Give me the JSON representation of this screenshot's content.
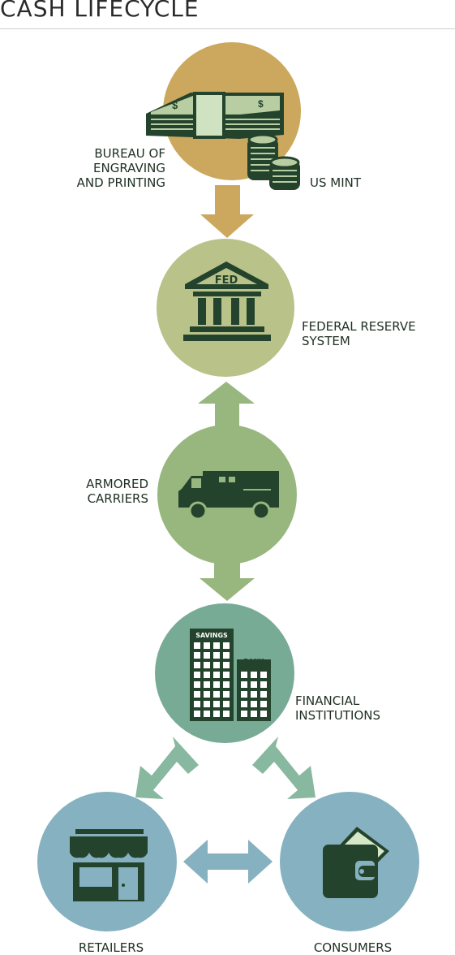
{
  "title": "CASH LIFECYCLE",
  "nodes": {
    "bureau": [
      "BUREAU OF",
      "ENGRAVING",
      "AND PRINTING"
    ],
    "mint": [
      "US MINT"
    ],
    "fed": [
      "FEDERAL RESERVE",
      "SYSTEM"
    ],
    "armored": [
      "ARMORED",
      "CARRIERS"
    ],
    "financial": [
      "FINANCIAL",
      "INSTITUTIONS"
    ],
    "retailers": [
      "RETAILERS"
    ],
    "consumers": [
      "CONSUMERS"
    ]
  },
  "icon_text": {
    "fed": "FED",
    "savings": "SAVINGS",
    "bank": "BANK"
  },
  "colors": {
    "icon": "#24432c",
    "circle_mint": "#cba85d",
    "circle_fed": "#b8c289",
    "circle_armored": "#97b77e",
    "circle_financial": "#78ab96",
    "circle_blue": "#86b1c0",
    "arrow_tan": "#cba85d",
    "arrow_green": "#97b77e",
    "arrow_teal": "#88b8a0",
    "arrow_blue": "#86b1c0"
  }
}
